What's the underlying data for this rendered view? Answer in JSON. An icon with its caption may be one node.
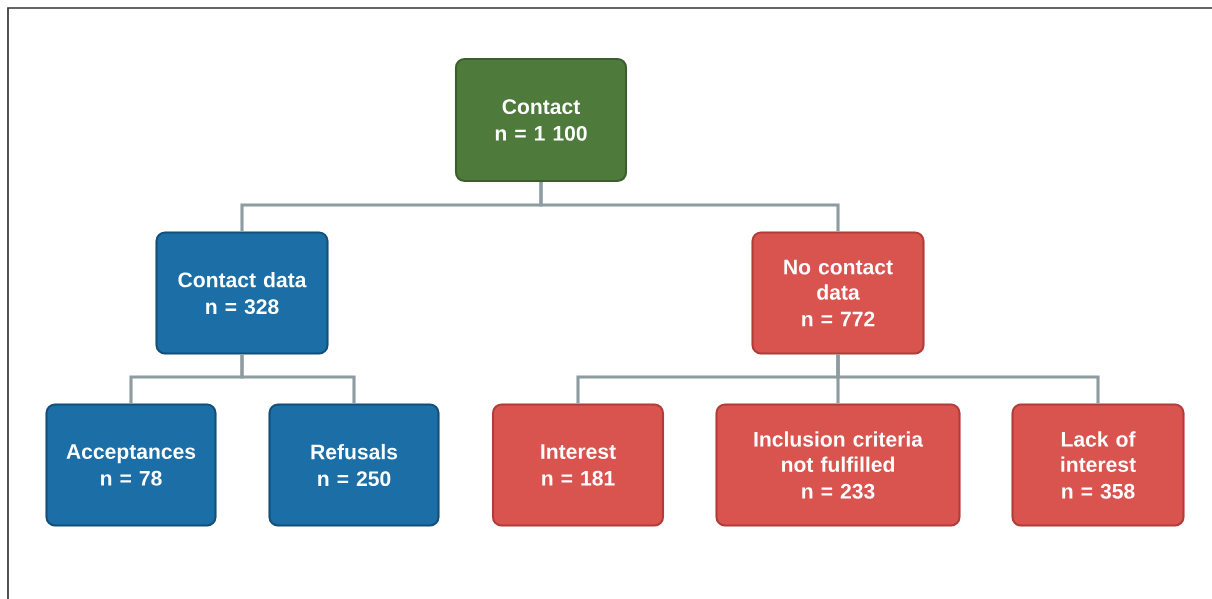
{
  "diagram": {
    "nodes": [
      {
        "text": [
          "Contact",
          "n = 1 100"
        ]
      },
      {
        "text": [
          "Contact data",
          "n = 328"
        ]
      },
      {
        "text": [
          "No contact data",
          "n = 772"
        ]
      },
      {
        "text": [
          "Acceptances",
          "n = 78"
        ]
      },
      {
        "text": [
          "Refusals",
          "n = 250"
        ]
      },
      {
        "text": [
          "Interest",
          "n = 181"
        ]
      },
      {
        "text": [
          "Inclusion criteria not fulfilled",
          "n = 233"
        ]
      },
      {
        "text": [
          "Lack of interest",
          "n = 358"
        ]
      }
    ],
    "edges": [
      {
        "from": 0,
        "to": 1,
        "arrow": "none"
      },
      {
        "from": 0,
        "to": 2,
        "arrow": "none"
      },
      {
        "from": 1,
        "to": 3,
        "arrow": "none"
      },
      {
        "from": 1,
        "to": 4,
        "arrow": "none"
      },
      {
        "from": 2,
        "to": 5,
        "arrow": "none"
      },
      {
        "from": 2,
        "to": 6,
        "arrow": "none"
      },
      {
        "from": 2,
        "to": 7,
        "arrow": "none"
      }
    ]
  }
}
